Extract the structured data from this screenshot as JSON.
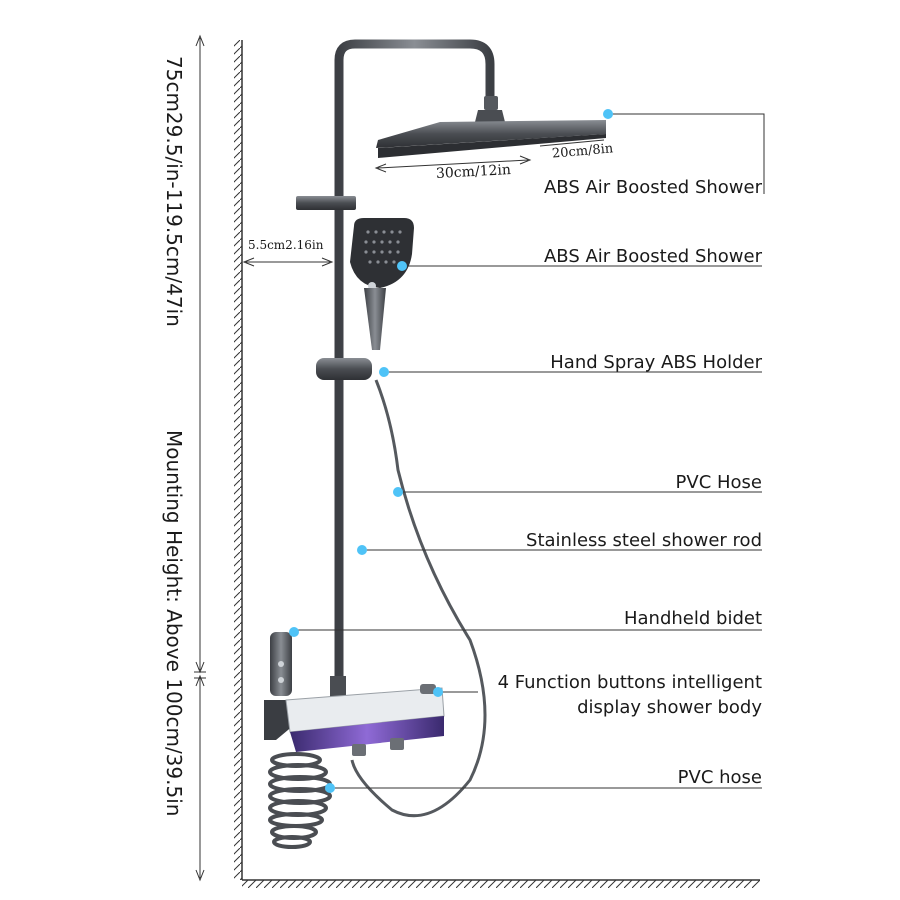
{
  "callouts": {
    "rain_shower": "ABS Air Boosted Shower",
    "hand_shower": "ABS Air Boosted Shower",
    "holder": "Hand Spray ABS Holder",
    "pvc_hose": "PVC Hose",
    "rod": "Stainless steel shower rod",
    "bidet": "Handheld bidet",
    "body_line1": "4 Function buttons intelligent",
    "body_line2": "display shower body",
    "bottom_hose": "PVC hose"
  },
  "dimensions": {
    "head_width": "30cm/12in",
    "head_depth": "20cm/8in",
    "wall_offset": "5.5cm2.16in",
    "rod_height": "75cm29.5/in-119.5cm/47in",
    "mounting_height": "Mounting Height: Above 100cm/39.5in"
  },
  "colors": {
    "accent_dot": "#4fc3f7",
    "metal_dark": "#4a4d52",
    "metal_mid": "#6b6f75",
    "panel_light": "#e9ecef",
    "panel_purple": "#6a4fa8"
  }
}
